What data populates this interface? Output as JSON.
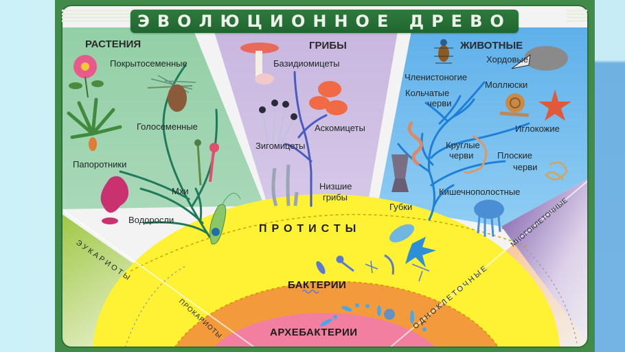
{
  "title": "ЭВОЛЮЦИОННОЕ ДРЕВО",
  "colors": {
    "frame": "#3f8b47",
    "plants_bg": "#9fd3b2",
    "fungi_bg": "#c9b8df",
    "animals_bg": "#6fb9ea",
    "protists": "#fff133",
    "bacteria": "#f39a3c",
    "archaea": "#f27ea0",
    "eukaryotes_band": "#a6cf4f",
    "prokaryotes_band": "#ee4a4a",
    "unicellular_band": "#f28a2e",
    "multicellular_band": "#8a6fb5",
    "plant_branch": "#1f7a5a",
    "fungi_branch": "#4a5bc0",
    "animal_branch": "#1e7fd6"
  },
  "groups": {
    "plants": {
      "title": "РАСТЕНИЯ",
      "taxa": [
        "Покрытосеменные",
        "Голосеменные",
        "Папоротники",
        "Мхи",
        "Водоросли"
      ]
    },
    "fungi": {
      "title": "ГРИБЫ",
      "taxa": [
        "Базидиомицеты",
        "Аскомицеты",
        "Зигомицеты",
        "Низшие",
        "грибы"
      ]
    },
    "animals": {
      "title": "ЖИВОТНЫЕ",
      "taxa": [
        "Хордовые",
        "Членистоногие",
        "Моллюски",
        "Кольчатые",
        "черви",
        "Иглокожие",
        "Круглые",
        "черви",
        "Плоские",
        "черви",
        "Кишечнополостные",
        "Губки"
      ]
    }
  },
  "layers": {
    "protists": "ПРОТИСТЫ",
    "bacteria": "БАКТЕРИИ",
    "archaea": "АРХЕБАКТЕРИИ"
  },
  "bands": {
    "eukaryotes": "ЭУКАРИОТЫ",
    "prokaryotes": "ПРОКАРИОТЫ",
    "unicellular": "ОДНОКЛЕТОЧНЫЕ",
    "multicellular": "МНОГОКЛЕТОЧНЫЕ"
  },
  "icons": [
    "rose-icon",
    "pine-cone-icon",
    "fern-icon",
    "moss-icon",
    "red-algae-icon",
    "euglena-icon",
    "fly-agaric-icon",
    "mold-icon",
    "peziza-icon",
    "chytrid-icon",
    "beetle-icon",
    "badger-icon",
    "snail-icon",
    "starfish-icon",
    "earthworm-icon",
    "roundworm-icon",
    "flatworm-icon",
    "sponge-icon",
    "jellyfish-icon",
    "paramecium-icon",
    "amoeba-icon",
    "bacteria-icon",
    "archaea-icon"
  ]
}
